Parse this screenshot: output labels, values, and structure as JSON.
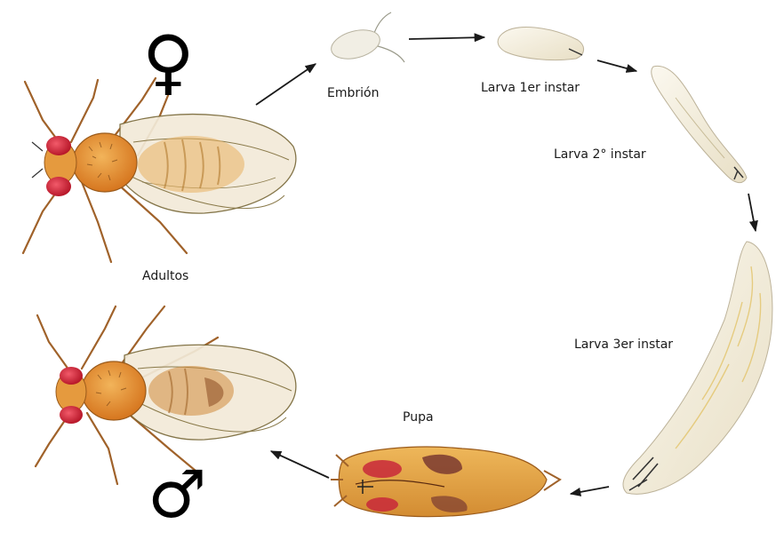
{
  "labels": {
    "embryo": "Embrión",
    "larva1": "Larva 1er instar",
    "larva2": "Larva 2° instar",
    "larva3": "Larva 3er instar",
    "pupa": "Pupa",
    "adults": "Adultos"
  },
  "symbols": {
    "female": "♀",
    "male": "♂"
  },
  "colors": {
    "body_orange": "#e0882e",
    "eye_red": "#d8283c",
    "wing": "#f2ead8",
    "larva": "#f4efe2",
    "pupa_body": "#e3a346",
    "pupa_dark": "#7a3a30",
    "arrow": "#1a1a1a"
  }
}
